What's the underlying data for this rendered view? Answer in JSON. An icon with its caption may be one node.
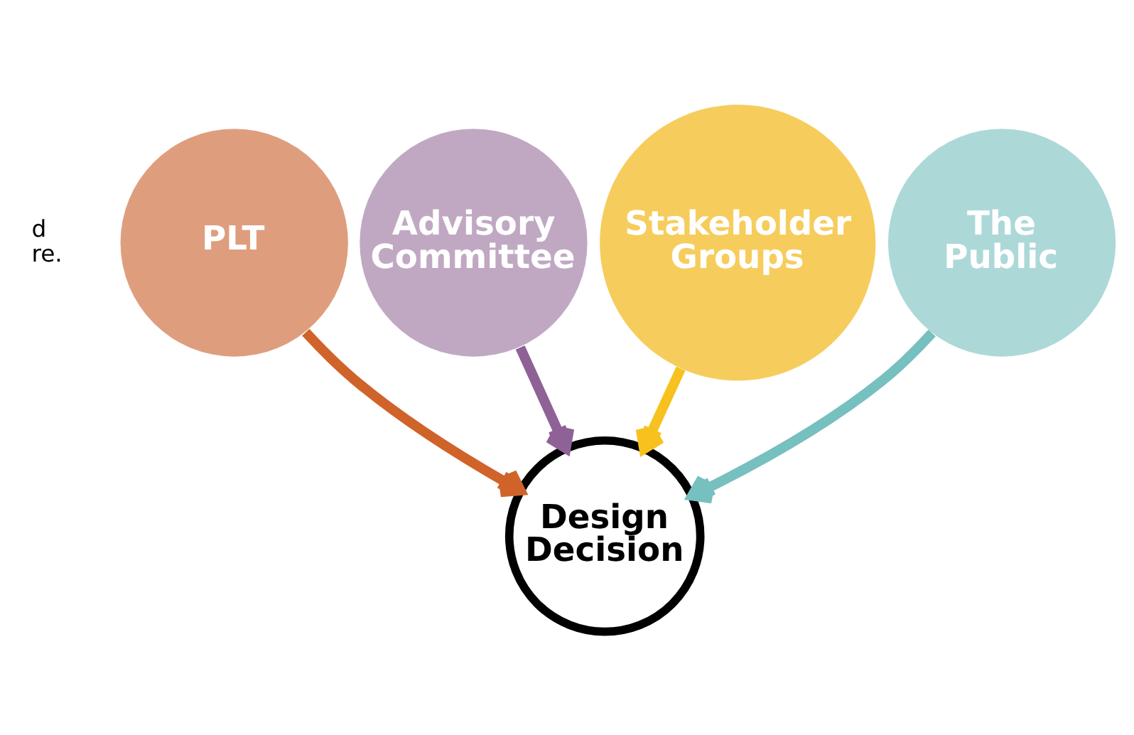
{
  "diagram": {
    "nodes": [
      {
        "text": [
          "Advisory Committee"
        ]
      },
      {
        "text": [
          "Stakeholder Groups"
        ]
      },
      {
        "text": [
          "PLT"
        ]
      },
      {
        "text": [
          "The Public"
        ]
      },
      {
        "text": [
          "Design Decision"
        ]
      }
    ],
    "edges": [
      {
        "from": 0,
        "to": 4,
        "arrow": "to",
        "color": "#8e6296"
      },
      {
        "from": 1,
        "to": 4,
        "arrow": "to",
        "color": "#f7c11e"
      },
      {
        "from": 2,
        "to": 4,
        "arrow": "to",
        "color": "#d0632a"
      },
      {
        "from": 3,
        "to": 4,
        "arrow": "to",
        "color": "#76c0bf"
      }
    ],
    "labels": [
      "d",
      "re."
    ]
  }
}
